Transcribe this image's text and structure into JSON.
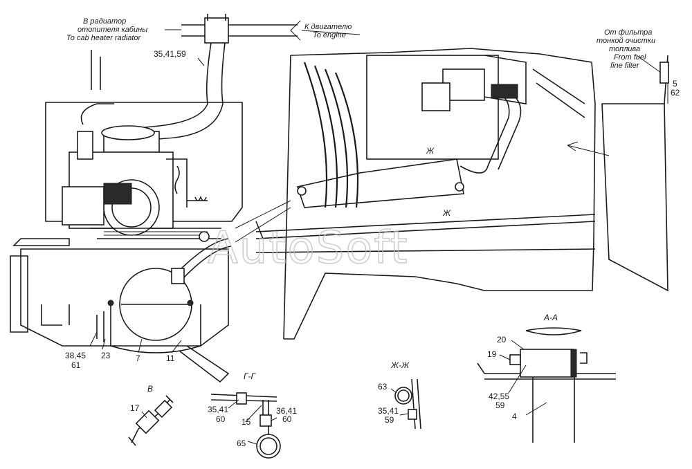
{
  "callouts": {
    "to_heater_ru": "В радиатор",
    "to_heater_ru2": "отопителя кабины",
    "to_heater_en": "To cab heater radiator",
    "to_engine_ru": "К двигателю",
    "to_engine_en": "To engine",
    "from_filter_ru": "От фильтра",
    "from_filter_ru2": "тонкой очистки",
    "from_filter_ru3": "топлива",
    "from_filter_en": "From fuel",
    "from_filter_en2": "fine filter"
  },
  "section_labels": {
    "aa": "А-А",
    "gg": "Г-Г",
    "zhzh": "Ж-Ж",
    "v": "В",
    "zh_arrow_1": "Ж",
    "zh_arrow_2": "Ж"
  },
  "part_numbers": {
    "p_35_41_59_top": "35,41,59",
    "p_5": "5",
    "p_62": "62",
    "p_38_45": "38,45",
    "p_61": "61",
    "p_23": "23",
    "p_7": "7",
    "p_11": "11",
    "p_20": "20",
    "p_19": "19",
    "p_42_55": "42,55",
    "p_59_aa": "59",
    "p_4": "4",
    "p_17": "17",
    "p_35_41_gg": "35,41",
    "p_60_left": "60",
    "p_15": "15",
    "p_36_41": "36,41",
    "p_60_right": "60",
    "p_65": "65",
    "p_63": "63",
    "p_35_41_zz": "35,41",
    "p_59_zz": "59"
  },
  "watermark": "AutoSoft"
}
